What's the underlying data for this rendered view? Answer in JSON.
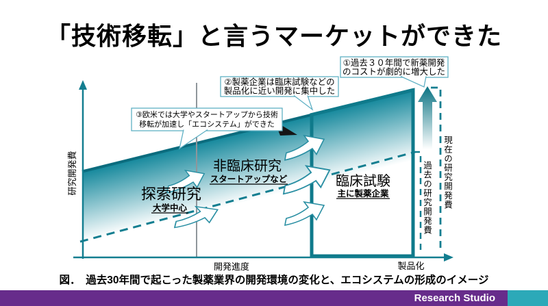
{
  "title": "「技術移転」と言うマーケットができた",
  "callouts": {
    "c1": {
      "line1": "①過去３０年間で新薬開発",
      "line2": "のコストが劇的に増大した"
    },
    "c2": {
      "line1": "②製薬企業は臨床試験などの",
      "line2": "製品化に近い開発に集中した"
    },
    "c3": {
      "line1": "③欧米では大学やスタートアップから技術",
      "line2": "移転が加速し「エコシステム」ができた"
    }
  },
  "stages": {
    "exploratory": {
      "name": "探索研究",
      "sub": "大学中心"
    },
    "nonclinical": {
      "name": "非臨床研究",
      "sub": "スタートアップなど"
    },
    "clinical": {
      "name": "臨床試験",
      "sub": "主に製薬企業"
    }
  },
  "axes": {
    "y_label": "研究開発費",
    "x_label_progress": "開発進度",
    "x_label_product": "製品化"
  },
  "side_labels": {
    "current": "現在の研究開発費",
    "past": "過去の研究開発費"
  },
  "caption": "図．　過去30年間で起こった製薬業界の開発環境の変化と、エコシステムの形成のイメージ",
  "footer": {
    "brand": "Research Studio"
  },
  "colors": {
    "teal_main": "#137E90",
    "teal_dark_edge": "#0B6C7E",
    "gradient_top": "#15889C",
    "callout_border": "#5FB0C4",
    "divider_gray": "#8F969B",
    "footer_purple": "#672C8B",
    "footer_teal": "#2CA9B8"
  }
}
